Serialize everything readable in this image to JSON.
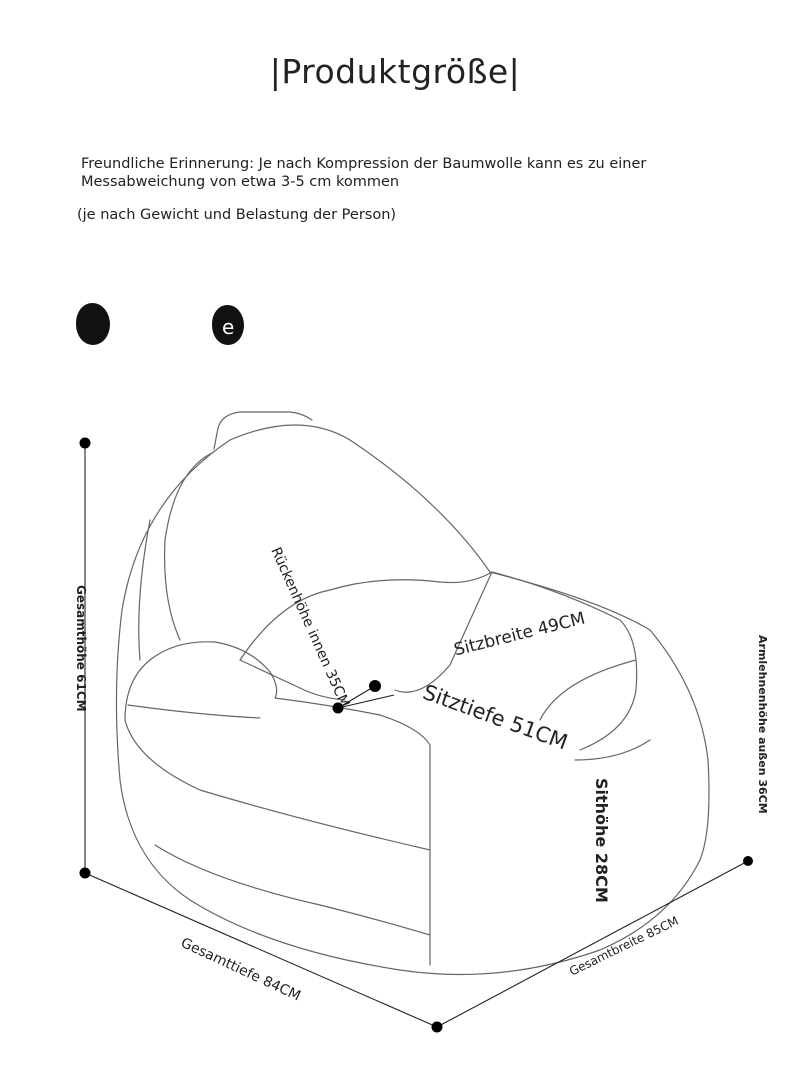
{
  "title": "|Produktgröße|",
  "reminder": "Freundliche Erinnerung: Je nach Kompression der Baumwolle kann es zu einer Messabweichung von etwa 3-5 cm kommen",
  "note": "(je nach Gewicht und Belastung der Person)",
  "badge_letter": "e",
  "dimensions": {
    "back_height_inner": "Rückenhöhe innen 35CM",
    "seat_width": "Sitzbreite 49CM",
    "seat_depth": "Sitztiefe 51CM",
    "seat_height": "Sithöhe 28CM",
    "total_height": "Gesamthöhe 61CM",
    "armrest_height_outer": "Armlehnenhöhe außen 36CM",
    "total_depth": "Gesamttiefe 84CM",
    "total_width": "Gesamtbreite 85CM"
  },
  "colors": {
    "line": "#555555",
    "text": "#222222",
    "dot": "#000000"
  }
}
